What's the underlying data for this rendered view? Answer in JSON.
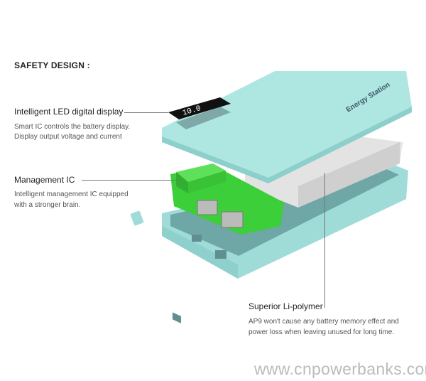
{
  "title": "SAFETY DESIGN :",
  "features": [
    {
      "heading": "Intelligent LED digital display",
      "lines": [
        "Smart IC controls the battery display.",
        "Display output voltage and current"
      ]
    },
    {
      "heading": "Management IC",
      "lines": [
        "Intelligent management IC equipped",
        "with a stronger brain."
      ]
    },
    {
      "heading": "Superior Li-polymer",
      "lines": [
        "AP9 won't cause any battery memory effect and",
        "power loss when leaving unused for long time."
      ]
    }
  ],
  "product_logo": "Energy Station",
  "display_reading": "10.0",
  "watermark": "www.cnpowerbanks.com",
  "colors": {
    "shell": "#a9e4e0",
    "pcb": "#3ccf3a",
    "battery": "#e6e6e6",
    "display": "#111111"
  }
}
